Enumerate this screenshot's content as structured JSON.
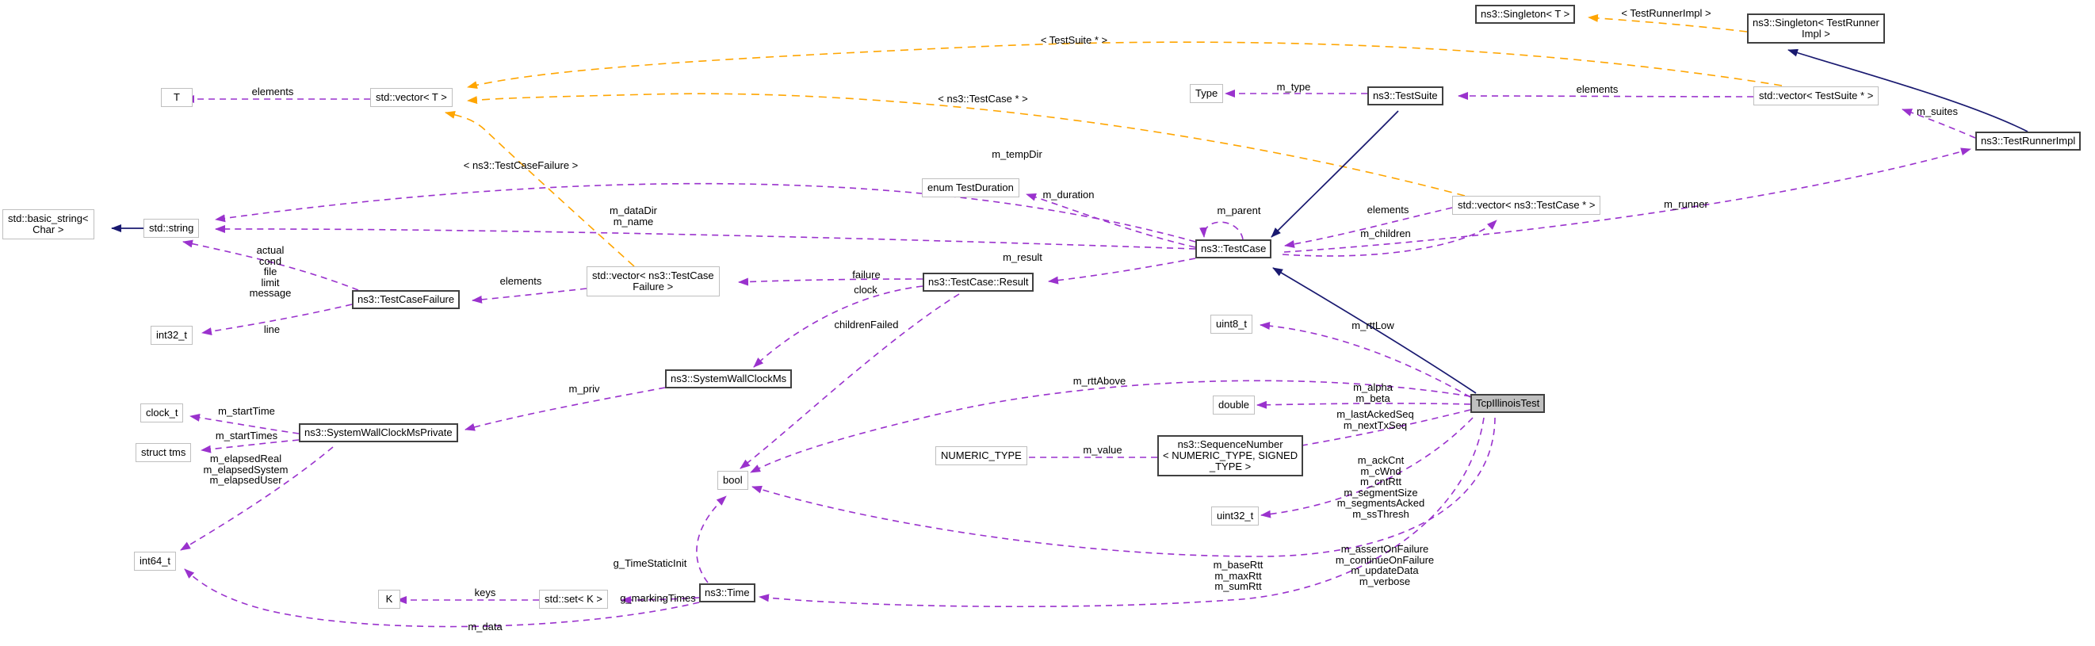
{
  "diagram": {
    "kind": "doxygen-collaboration-graph",
    "main_class": "TcpIllinoisTest"
  },
  "colors": {
    "collaboration_edge": "#9a32cd",
    "template_edge": "#ffa500",
    "inheritance_edge": "#191970",
    "documented_node_border": "#404040",
    "undocumented_node_border": "#bfbfbf",
    "main_node_fill": "#bfbfbf",
    "background": "#ffffff"
  },
  "nodes": [
    {
      "id": "t",
      "label": "T",
      "documented": false
    },
    {
      "id": "vector-t",
      "label": "std::vector< T >",
      "documented": false
    },
    {
      "id": "singleton-t",
      "label": "ns3::Singleton< T >",
      "documented": true
    },
    {
      "id": "singleton-testrunnerimpl",
      "label": "ns3::Singleton< TestRunner\nImpl >",
      "documented": true
    },
    {
      "id": "vector-testsuite",
      "label": "std::vector< TestSuite * >",
      "documented": false
    },
    {
      "id": "testsuite",
      "label": "ns3::TestSuite",
      "documented": true
    },
    {
      "id": "type",
      "label": "Type",
      "documented": false
    },
    {
      "id": "testrunnerimpl",
      "label": "ns3::TestRunnerImpl",
      "documented": true
    },
    {
      "id": "enum-testduration",
      "label": "enum TestDuration",
      "documented": false
    },
    {
      "id": "vector-testcase-ptr",
      "label": "std::vector< ns3::TestCase * >",
      "documented": false
    },
    {
      "id": "testcase",
      "label": "ns3::TestCase",
      "documented": true
    },
    {
      "id": "basic-string",
      "label": "std::basic_string<\nChar >",
      "documented": false
    },
    {
      "id": "string",
      "label": "std::string",
      "documented": false
    },
    {
      "id": "testcasefailure",
      "label": "ns3::TestCaseFailure",
      "documented": true
    },
    {
      "id": "int32-t",
      "label": "int32_t",
      "documented": false
    },
    {
      "id": "vector-testcasefailure",
      "label": "std::vector< ns3::TestCase\nFailure >",
      "documented": false
    },
    {
      "id": "testcase-result",
      "label": "ns3::TestCase::Result",
      "documented": true
    },
    {
      "id": "uint8-t",
      "label": "uint8_t",
      "documented": false
    },
    {
      "id": "systemwallclockms",
      "label": "ns3::SystemWallClockMs",
      "documented": true
    },
    {
      "id": "clock-t",
      "label": "clock_t",
      "documented": false
    },
    {
      "id": "systemwallclockmsprivate",
      "label": "ns3::SystemWallClockMsPrivate",
      "documented": true
    },
    {
      "id": "struct-tms",
      "label": "struct tms",
      "documented": false
    },
    {
      "id": "bool",
      "label": "bool",
      "documented": false
    },
    {
      "id": "double",
      "label": "double",
      "documented": false
    },
    {
      "id": "numeric-type",
      "label": "NUMERIC_TYPE",
      "documented": false
    },
    {
      "id": "sequencenumber",
      "label": "ns3::SequenceNumber\n< NUMERIC_TYPE, SIGNED\n_TYPE >",
      "documented": true
    },
    {
      "id": "uint32-t",
      "label": "uint32_t",
      "documented": false
    },
    {
      "id": "tcpillinoistest",
      "label": "TcpIllinoisTest",
      "documented": true,
      "main": true
    },
    {
      "id": "int64-t",
      "label": "int64_t",
      "documented": false
    },
    {
      "id": "k",
      "label": "K",
      "documented": false
    },
    {
      "id": "set-k",
      "label": "std::set< K >",
      "documented": false
    },
    {
      "id": "time",
      "label": "ns3::Time",
      "documented": true
    }
  ],
  "edge_labels": [
    {
      "text": "elements"
    },
    {
      "text": "< TestSuite * >"
    },
    {
      "text": "< TestRunnerImpl >"
    },
    {
      "text": "< ns3::TestCase * >"
    },
    {
      "text": "< ns3::TestCaseFailure >"
    },
    {
      "text": "m_type"
    },
    {
      "text": "elements"
    },
    {
      "text": "m_suites"
    },
    {
      "text": "m_runner"
    },
    {
      "text": "m_tempDir"
    },
    {
      "text": "m_duration"
    },
    {
      "text": "m_parent"
    },
    {
      "text": "elements"
    },
    {
      "text": "m_children"
    },
    {
      "text": "m_dataDir\nm_name"
    },
    {
      "text": "actual\ncond\nfile\nlimit\nmessage"
    },
    {
      "text": "line"
    },
    {
      "text": "elements"
    },
    {
      "text": "failure"
    },
    {
      "text": "clock"
    },
    {
      "text": "m_result"
    },
    {
      "text": "childrenFailed"
    },
    {
      "text": "m_rttLow"
    },
    {
      "text": "m_priv"
    },
    {
      "text": "m_startTime"
    },
    {
      "text": "m_startTimes"
    },
    {
      "text": "m_elapsedReal\nm_elapsedSystem\nm_elapsedUser"
    },
    {
      "text": "m_alpha\nm_beta"
    },
    {
      "text": "m_lastAckedSeq\nm_nextTxSeq"
    },
    {
      "text": "m_value"
    },
    {
      "text": "m_ackCnt\nm_cWnd\nm_cntRtt\nm_segmentSize\nm_segmentsAcked\nm_ssThresh"
    },
    {
      "text": "m_rttAbove"
    },
    {
      "text": "m_assertOnFailure\nm_continueOnFailure\nm_updateData\nm_verbose"
    },
    {
      "text": "m_baseRtt\nm_maxRtt\nm_sumRtt"
    },
    {
      "text": "g_TimeStaticInit"
    },
    {
      "text": "g_markingTimes"
    },
    {
      "text": "keys"
    },
    {
      "text": "m_data"
    }
  ]
}
